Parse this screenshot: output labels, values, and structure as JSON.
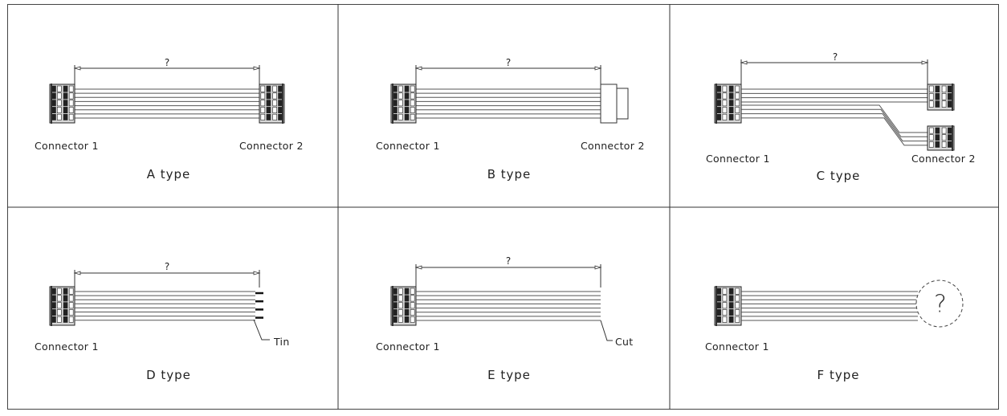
{
  "panels": [
    {
      "type_label": "A type",
      "connector1": "Connector 1",
      "connector2": "Connector 2",
      "length": "?"
    },
    {
      "type_label": "B type",
      "connector1": "Connector 1",
      "connector2": "Connector 2",
      "length": "?"
    },
    {
      "type_label": "C type",
      "connector1": "Connector 1",
      "connector2": "Connector 2",
      "length": "?"
    },
    {
      "type_label": "D type",
      "connector1": "Connector 1",
      "end_note": "Tin",
      "length": "?"
    },
    {
      "type_label": "E type",
      "connector1": "Connector 1",
      "end_note": "Cut",
      "length": "?"
    },
    {
      "type_label": "F type",
      "connector1": "Connector 1",
      "end_unknown": "?"
    }
  ]
}
